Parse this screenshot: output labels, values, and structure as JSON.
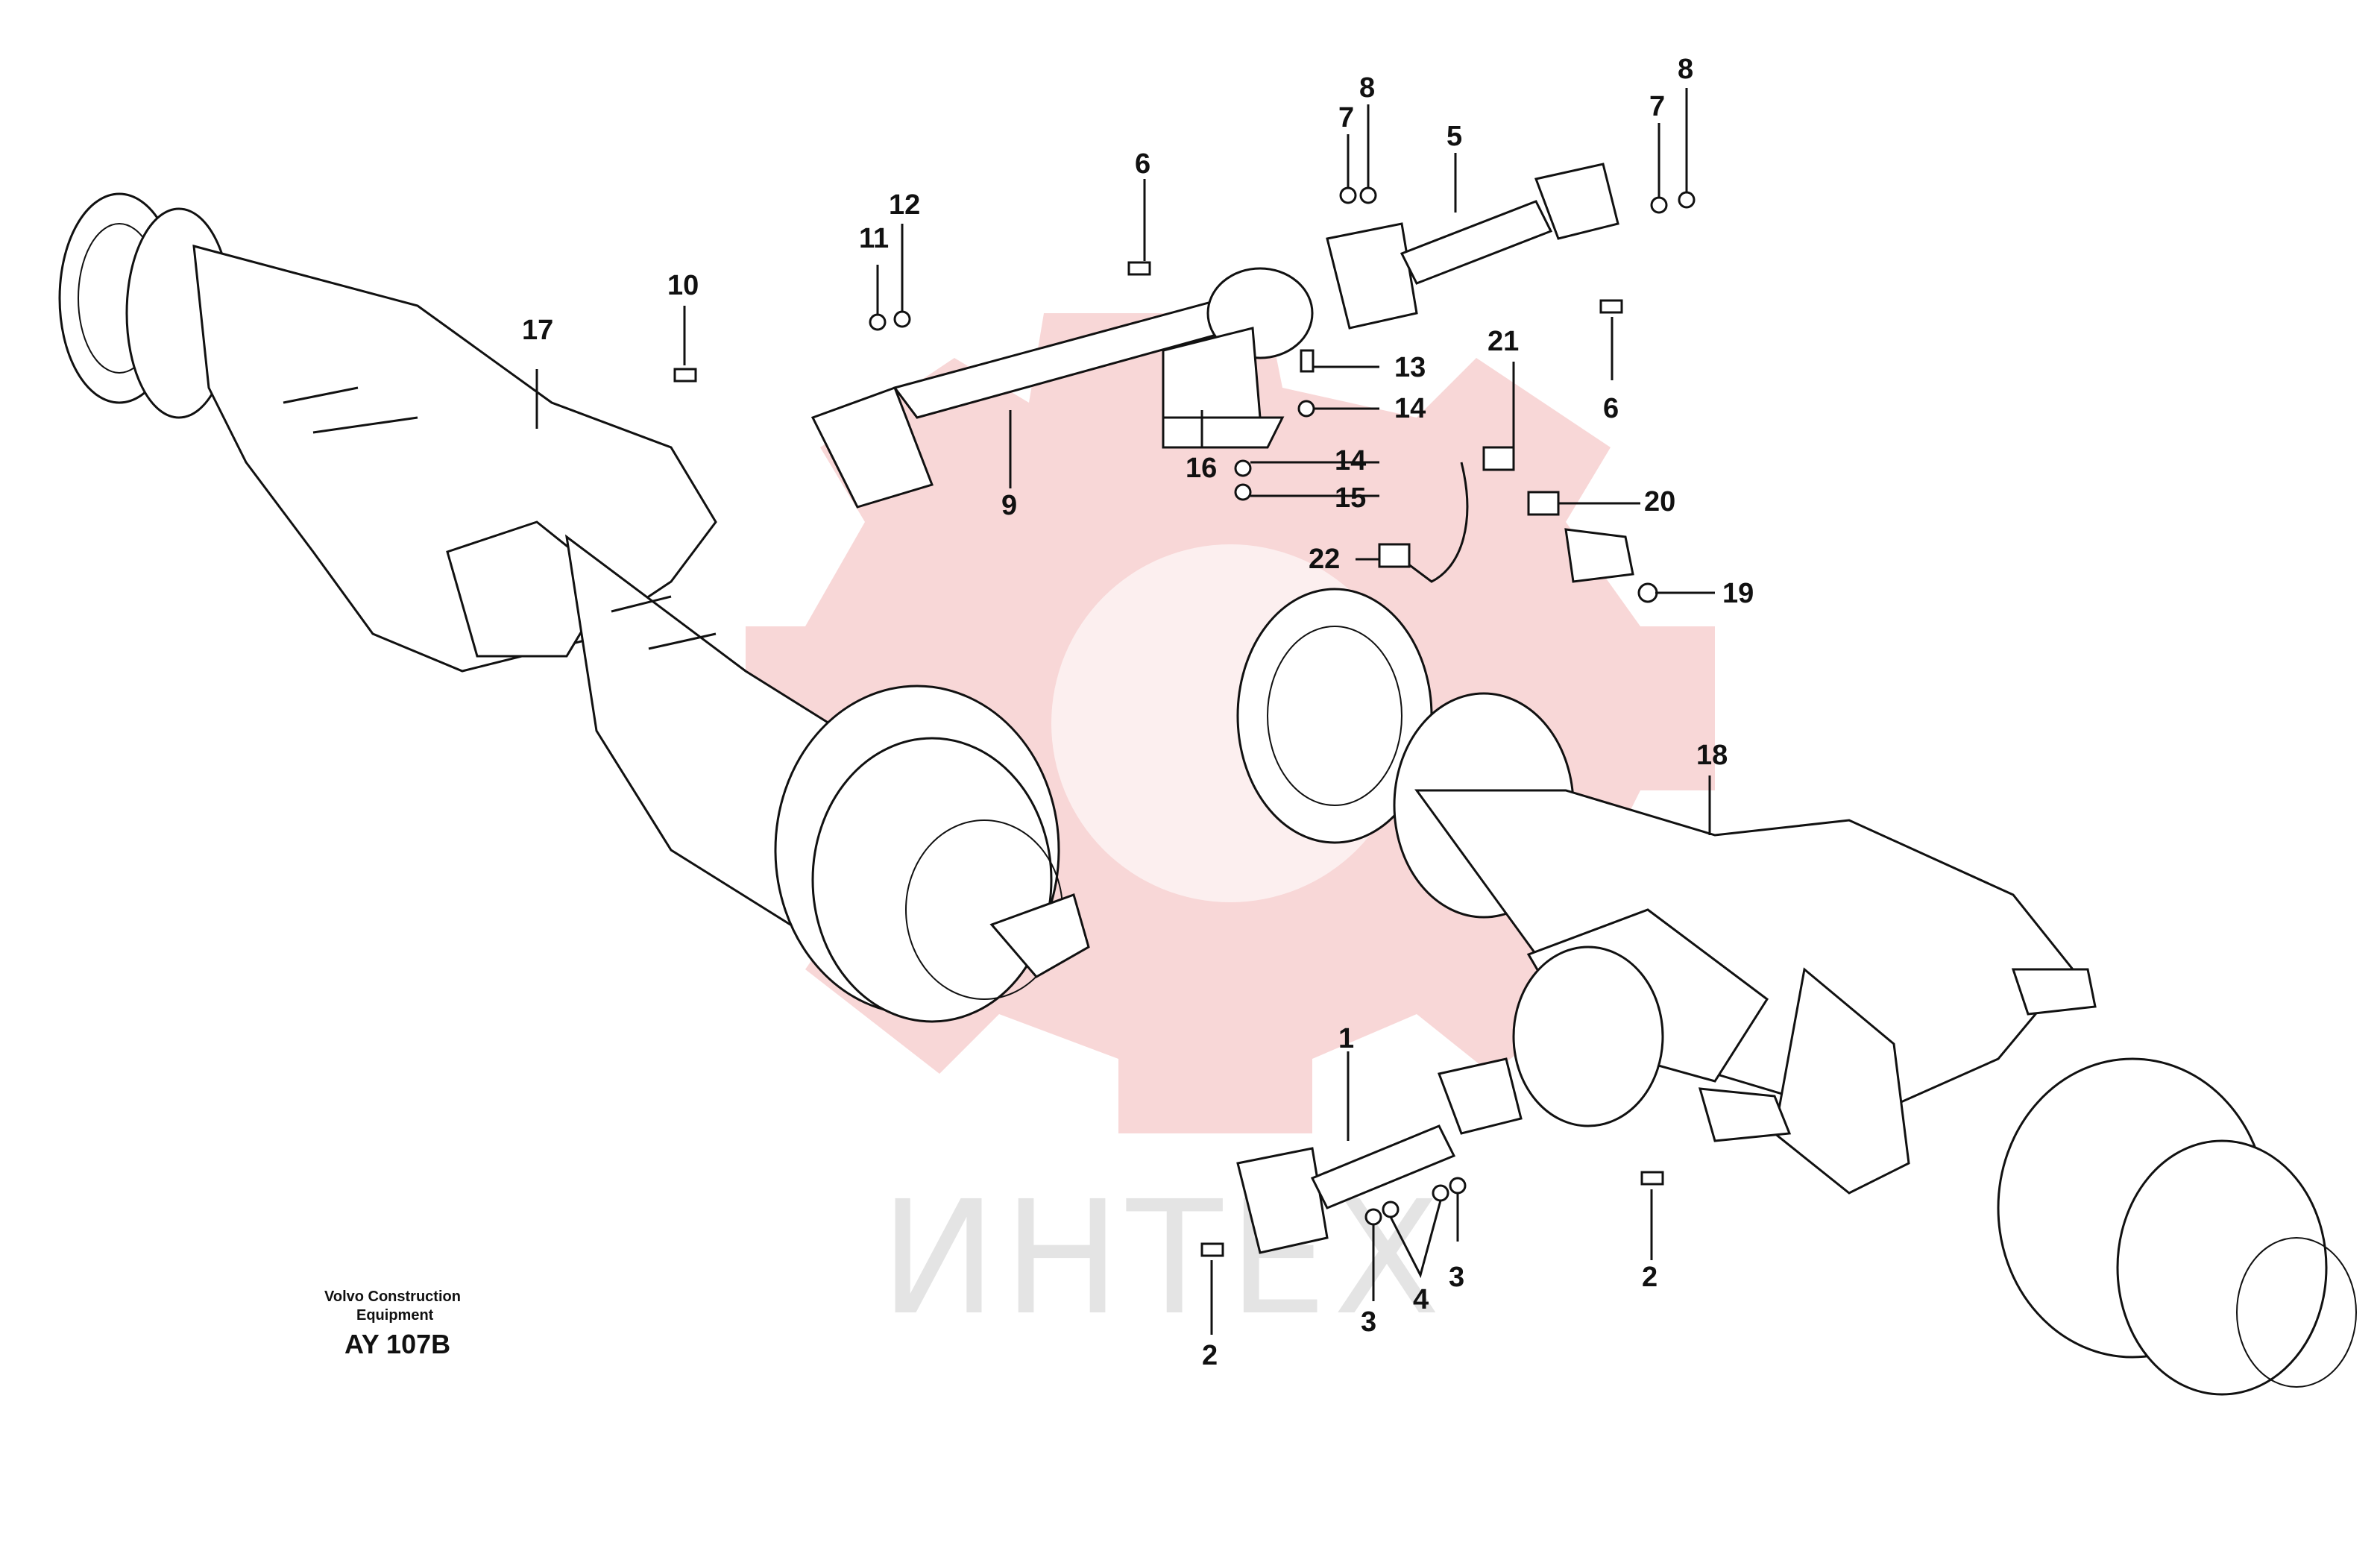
{
  "figure": {
    "id": "AY 107B",
    "maker": "Volvo Construction Equipment",
    "maker_line1": "Volvo Construction",
    "maker_line2": "Equipment"
  },
  "watermark": {
    "text": "ИНТЕХ",
    "color": "#f5c9c9"
  },
  "callouts": {
    "c1": "1",
    "c2a": "2",
    "c2b": "2",
    "c3a": "3",
    "c3b": "3",
    "c4": "4",
    "c5": "5",
    "c6a": "6",
    "c6b": "6",
    "c7a": "7",
    "c7b": "7",
    "c8a": "8",
    "c8b": "8",
    "c9": "9",
    "c10": "10",
    "c11": "11",
    "c12": "12",
    "c13": "13",
    "c14a": "14",
    "c14b": "14",
    "c15": "15",
    "c16": "16",
    "c17": "17",
    "c18": "18",
    "c19": "19",
    "c20": "20",
    "c21": "21",
    "c22": "22"
  }
}
